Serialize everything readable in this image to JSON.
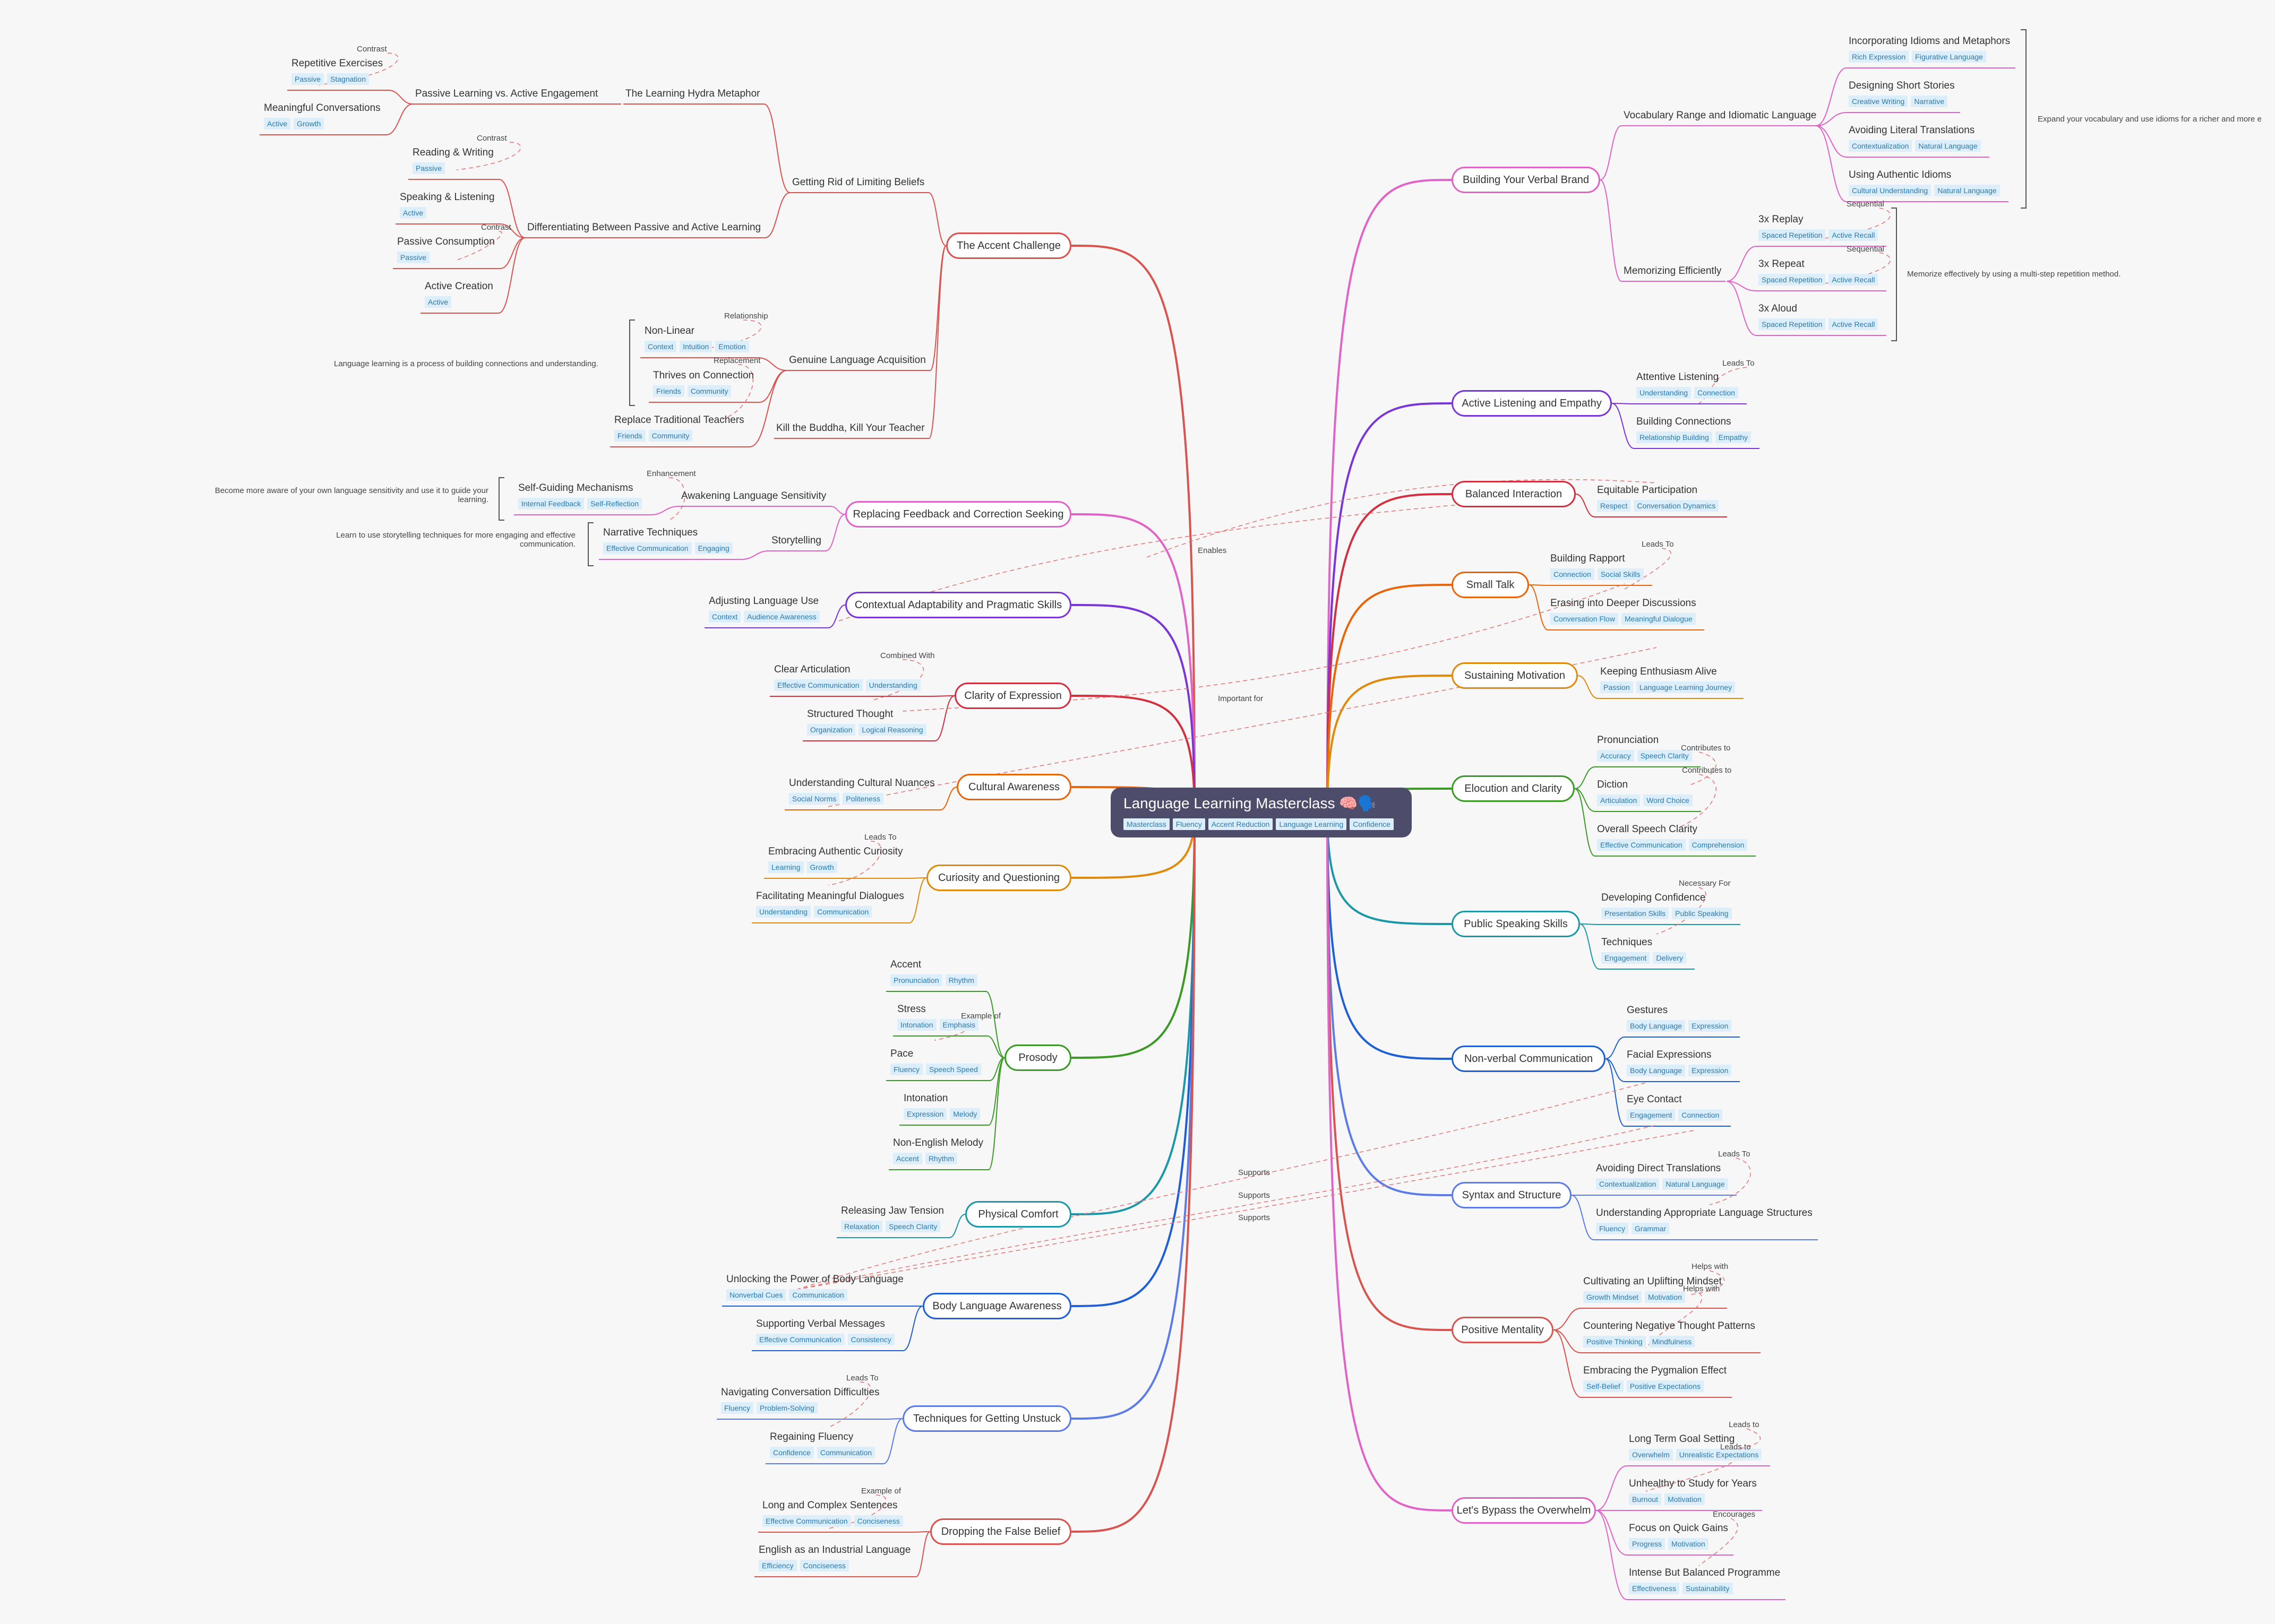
{
  "center": {
    "title": "Language Learning Masterclass 🧠🗣️",
    "tags": [
      "Masterclass",
      "Fluency",
      "Accent Reduction",
      "Language Learning",
      "Confidence"
    ]
  },
  "left_topics": [
    {
      "label": "The Accent Challenge",
      "color": "#d9534f"
    },
    {
      "label": "Replacing Feedback and Correction Seeking",
      "color": "#e064c8"
    },
    {
      "label": "Contextual Adaptability and Pragmatic Skills",
      "color": "#7a35d9"
    },
    {
      "label": "Clarity of Expression",
      "color": "#d32f3f"
    },
    {
      "label": "Cultural Awareness",
      "color": "#e8650a"
    },
    {
      "label": "Curiosity and Questioning",
      "color": "#e08a0a"
    },
    {
      "label": "Prosody",
      "color": "#3a9a25"
    },
    {
      "label": "Physical Comfort",
      "color": "#1a98a8"
    },
    {
      "label": "Body Language Awareness",
      "color": "#1f5fd6"
    },
    {
      "label": "Techniques for Getting Unstuck",
      "color": "#5b7be8"
    },
    {
      "label": "Dropping the False Belief",
      "color": "#d9534f"
    }
  ],
  "right_topics": [
    {
      "label": "Building Your Verbal Brand",
      "color": "#e064c8"
    },
    {
      "label": "Active Listening and Empathy",
      "color": "#7a35d9"
    },
    {
      "label": "Balanced Interaction",
      "color": "#d32f3f"
    },
    {
      "label": "Small Talk",
      "color": "#e8650a"
    },
    {
      "label": "Sustaining Motivation",
      "color": "#e08a0a"
    },
    {
      "label": "Elocution and Clarity",
      "color": "#3a9a25"
    },
    {
      "label": "Public Speaking Skills",
      "color": "#1a98a8"
    },
    {
      "label": "Non-verbal Communication",
      "color": "#1f5fd6"
    },
    {
      "label": "Syntax and Structure",
      "color": "#5b7be8"
    },
    {
      "label": "Positive Mentality",
      "color": "#d9534f"
    },
    {
      "label": "Let's Bypass the Overwhelm",
      "color": "#e064c8"
    }
  ],
  "accent_challenge": {
    "subtopics": [
      "Getting Rid of Limiting Beliefs",
      "Genuine Language Acquisition",
      "Kill the Buddha, Kill Your Teacher"
    ],
    "limiting_beliefs": [
      "The Learning Hydra Metaphor",
      "Passive Learning vs. Active Engagement",
      "Differentiating Between Passive and Active Learning"
    ],
    "leaves": [
      {
        "label": "Repetitive Exercises",
        "tags": [
          "Passive",
          "Stagnation"
        ]
      },
      {
        "label": "Meaningful Conversations",
        "tags": [
          "Active",
          "Growth"
        ]
      },
      {
        "label": "Reading & Writing",
        "tags": [
          "Passive"
        ]
      },
      {
        "label": "Speaking & Listening",
        "tags": [
          "Active"
        ]
      },
      {
        "label": "Passive Consumption",
        "tags": [
          "Passive"
        ]
      },
      {
        "label": "Active Creation",
        "tags": [
          "Active"
        ]
      },
      {
        "label": "Non-Linear",
        "tags": [
          "Context",
          "Intuition",
          "Emotion"
        ]
      },
      {
        "label": "Thrives on Connection",
        "tags": [
          "Friends",
          "Community"
        ]
      },
      {
        "label": "Replace Traditional Teachers",
        "tags": [
          "Friends",
          "Community"
        ]
      }
    ],
    "note": "Language learning is a process of building connections and understanding."
  },
  "feedback": {
    "subtopics": [
      "Awakening Language Sensitivity",
      "Storytelling"
    ],
    "leaves": [
      {
        "label": "Self-Guiding Mechanisms",
        "tags": [
          "Internal Feedback",
          "Self-Reflection"
        ]
      },
      {
        "label": "Narrative Techniques",
        "tags": [
          "Effective Communication",
          "Engaging"
        ]
      }
    ],
    "note1": "Become more aware of your own language sensitivity and use it to guide your learning.",
    "note2": "Learn to use storytelling techniques for more engaging and effective communication."
  },
  "contextual": {
    "leaves": [
      {
        "label": "Adjusting Language Use",
        "tags": [
          "Context",
          "Audience Awareness"
        ]
      }
    ]
  },
  "clarity": {
    "leaves": [
      {
        "label": "Clear Articulation",
        "tags": [
          "Effective Communication",
          "Understanding"
        ]
      },
      {
        "label": "Structured Thought",
        "tags": [
          "Organization",
          "Logical Reasoning"
        ]
      }
    ]
  },
  "cultural": {
    "leaves": [
      {
        "label": "Understanding Cultural Nuances",
        "tags": [
          "Social Norms",
          "Politeness"
        ]
      }
    ]
  },
  "curiosity": {
    "leaves": [
      {
        "label": "Embracing Authentic Curiosity",
        "tags": [
          "Learning",
          "Growth"
        ]
      },
      {
        "label": "Facilitating Meaningful Dialogues",
        "tags": [
          "Understanding",
          "Communication"
        ]
      }
    ]
  },
  "prosody": {
    "leaves": [
      {
        "label": "Accent",
        "tags": [
          "Pronunciation",
          "Rhythm"
        ]
      },
      {
        "label": "Stress",
        "tags": [
          "Intonation",
          "Emphasis"
        ]
      },
      {
        "label": "Pace",
        "tags": [
          "Fluency",
          "Speech Speed"
        ]
      },
      {
        "label": "Intonation",
        "tags": [
          "Expression",
          "Melody"
        ]
      },
      {
        "label": "Non-English Melody",
        "tags": [
          "Accent",
          "Rhythm"
        ]
      }
    ]
  },
  "physical": {
    "leaves": [
      {
        "label": "Releasing Jaw Tension",
        "tags": [
          "Relaxation",
          "Speech Clarity"
        ]
      }
    ]
  },
  "body": {
    "leaves": [
      {
        "label": "Unlocking the Power of Body Language",
        "tags": [
          "Nonverbal Cues",
          "Communication"
        ]
      },
      {
        "label": "Supporting Verbal Messages",
        "tags": [
          "Effective Communication",
          "Consistency"
        ]
      }
    ]
  },
  "unstuck": {
    "leaves": [
      {
        "label": "Navigating Conversation Difficulties",
        "tags": [
          "Fluency",
          "Problem-Solving"
        ]
      },
      {
        "label": "Regaining Fluency",
        "tags": [
          "Confidence",
          "Communication"
        ]
      }
    ]
  },
  "dropping": {
    "leaves": [
      {
        "label": "Long and Complex Sentences",
        "tags": [
          "Effective Communication",
          "Conciseness"
        ]
      },
      {
        "label": "English as an Industrial Language",
        "tags": [
          "Efficiency",
          "Conciseness"
        ]
      }
    ]
  },
  "verbal_brand": {
    "subtopics": [
      "Vocabulary Range and Idiomatic Language",
      "Memorizing Efficiently"
    ],
    "leaves": [
      {
        "label": "Incorporating Idioms and Metaphors",
        "tags": [
          "Rich Expression",
          "Figurative Language"
        ]
      },
      {
        "label": "Designing Short Stories",
        "tags": [
          "Creative Writing",
          "Narrative"
        ]
      },
      {
        "label": "Avoiding Literal Translations",
        "tags": [
          "Contextualization",
          "Natural Language"
        ]
      },
      {
        "label": "Using Authentic Idioms",
        "tags": [
          "Cultural Understanding",
          "Natural Language"
        ]
      },
      {
        "label": "3x Replay",
        "tags": [
          "Spaced Repetition",
          "Active Recall"
        ]
      },
      {
        "label": "3x Repeat",
        "tags": [
          "Spaced Repetition",
          "Active Recall"
        ]
      },
      {
        "label": "3x Aloud",
        "tags": [
          "Spaced Repetition",
          "Active Recall"
        ]
      }
    ],
    "note1": "Expand your vocabulary and use idioms for a richer and more e",
    "note2": "Memorize effectively by using a multi-step repetition method."
  },
  "listening": {
    "leaves": [
      {
        "label": "Attentive Listening",
        "tags": [
          "Understanding",
          "Connection"
        ]
      },
      {
        "label": "Building Connections",
        "tags": [
          "Relationship Building",
          "Empathy"
        ]
      }
    ]
  },
  "balanced": {
    "leaves": [
      {
        "label": "Equitable Participation",
        "tags": [
          "Respect",
          "Conversation Dynamics"
        ]
      }
    ]
  },
  "smalltalk": {
    "leaves": [
      {
        "label": "Building Rapport",
        "tags": [
          "Connection",
          "Social Skills"
        ]
      },
      {
        "label": "Erasing into Deeper Discussions",
        "tags": [
          "Conversation Flow",
          "Meaningful Dialogue"
        ]
      }
    ]
  },
  "motivation": {
    "leaves": [
      {
        "label": "Keeping Enthusiasm Alive",
        "tags": [
          "Passion",
          "Language Learning Journey"
        ]
      }
    ]
  },
  "elocution": {
    "leaves": [
      {
        "label": "Pronunciation",
        "tags": [
          "Accuracy",
          "Speech Clarity"
        ]
      },
      {
        "label": "Diction",
        "tags": [
          "Articulation",
          "Word Choice"
        ]
      },
      {
        "label": "Overall Speech Clarity",
        "tags": [
          "Effective Communication",
          "Comprehension"
        ]
      }
    ]
  },
  "public": {
    "leaves": [
      {
        "label": "Developing Confidence",
        "tags": [
          "Presentation Skills",
          "Public Speaking"
        ]
      },
      {
        "label": "Techniques",
        "tags": [
          "Engagement",
          "Delivery"
        ]
      }
    ]
  },
  "nonverbal": {
    "leaves": [
      {
        "label": "Gestures",
        "tags": [
          "Body Language",
          "Expression"
        ]
      },
      {
        "label": "Facial Expressions",
        "tags": [
          "Body Language",
          "Expression"
        ]
      },
      {
        "label": "Eye Contact",
        "tags": [
          "Engagement",
          "Connection"
        ]
      }
    ]
  },
  "syntax": {
    "leaves": [
      {
        "label": "Avoiding Direct Translations",
        "tags": [
          "Contextualization",
          "Natural Language"
        ]
      },
      {
        "label": "Understanding Appropriate Language Structures",
        "tags": [
          "Fluency",
          "Grammar"
        ]
      }
    ]
  },
  "positive": {
    "leaves": [
      {
        "label": "Cultivating an Uplifting Mindset",
        "tags": [
          "Growth Mindset",
          "Motivation"
        ]
      },
      {
        "label": "Countering Negative Thought Patterns",
        "tags": [
          "Positive Thinking",
          "Mindfulness"
        ]
      },
      {
        "label": "Embracing the Pygmalion Effect",
        "tags": [
          "Self-Belief",
          "Positive Expectations"
        ]
      }
    ]
  },
  "overwhelm": {
    "leaves": [
      {
        "label": "Long Term Goal Setting",
        "tags": [
          "Overwhelm",
          "Unrealistic Expectations"
        ]
      },
      {
        "label": "Unhealthy to Study for Years",
        "tags": [
          "Burnout",
          "Motivation"
        ]
      },
      {
        "label": "Focus on Quick Gains",
        "tags": [
          "Progress",
          "Motivation"
        ]
      },
      {
        "label": "Intense But Balanced Programme",
        "tags": [
          "Effectiveness",
          "Sustainability"
        ]
      }
    ]
  },
  "relations": {
    "contrast": "Contrast",
    "relationship": "Relationship",
    "replacement": "Replacement",
    "enhancement": "Enhancement",
    "enables": "Enables",
    "important_for": "Important for",
    "combined_with": "Combined With",
    "leads_to": "Leads To",
    "leads_to_lower": "Leads to",
    "example_of": "Example of",
    "supports": "Supports",
    "sequential": "Sequential",
    "contributes_to": "Contributes to",
    "necessary_for": "Necessary For",
    "helps_with": "Helps with",
    "encourages": "Encourages"
  }
}
